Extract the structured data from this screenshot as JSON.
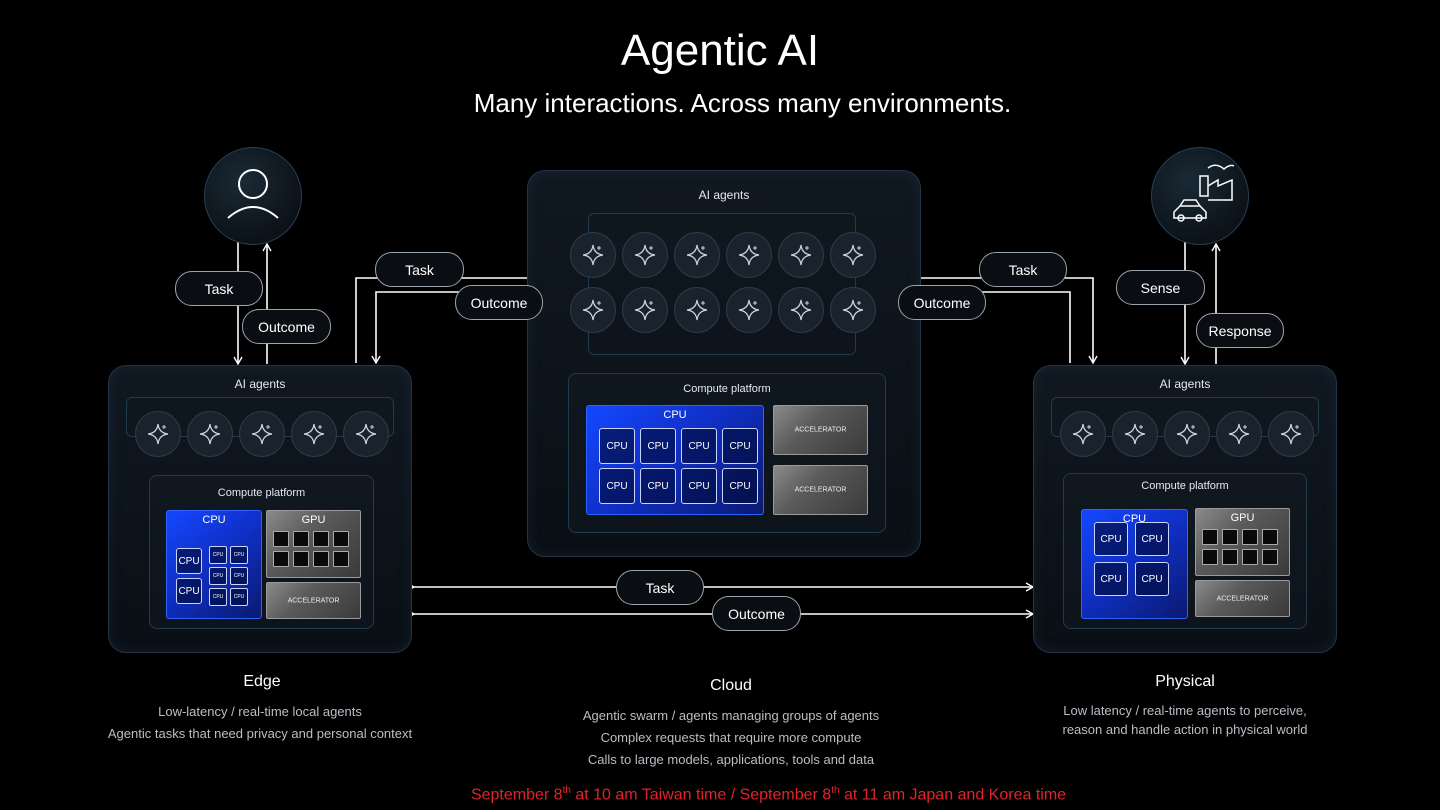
{
  "title": "Agentic AI",
  "subtitle": "Many interactions. Across many environments.",
  "edge": {
    "agents_label": "AI agents",
    "compute_label": "Compute platform",
    "cpu_label": "CPU",
    "cpu_chip": "CPU",
    "gpu_label": "GPU",
    "accelerator": "ACCELERATOR",
    "heading": "Edge",
    "desc_1": "Low-latency / real-time local agents",
    "desc_2": "Agentic tasks that need privacy and personal context"
  },
  "cloud": {
    "agents_label": "AI agents",
    "compute_label": "Compute platform",
    "cpu_label": "CPU",
    "cpu_chip": "CPU",
    "accelerator": "ACCELERATOR",
    "heading": "Cloud",
    "desc_1": "Agentic swarm / agents managing groups of agents",
    "desc_2": "Complex requests that require more compute",
    "desc_3": "Calls to large models, applications, tools and data"
  },
  "physical": {
    "agents_label": "AI agents",
    "compute_label": "Compute platform",
    "cpu_label": "CPU",
    "cpu_chip": "CPU",
    "gpu_label": "GPU",
    "accelerator": "ACCELERATOR",
    "heading": "Physical",
    "desc_1": "Low latency / real-time agents to perceive,",
    "desc_2": "reason and handle action in physical world"
  },
  "flows": {
    "task": "Task",
    "outcome": "Outcome",
    "sense": "Sense",
    "response": "Response"
  },
  "date": {
    "part1": "September 8",
    "sup1": "th",
    "part2": " at 10 am Taiwan time / September 8",
    "sup2": "th",
    "part3": " at 11 am Japan and Korea time"
  },
  "colors": {
    "cpu_blue": "#1448ff",
    "date_red": "#e0242a"
  },
  "icons": [
    "person-icon",
    "factory-car-icon",
    "sparkle-icon"
  ]
}
